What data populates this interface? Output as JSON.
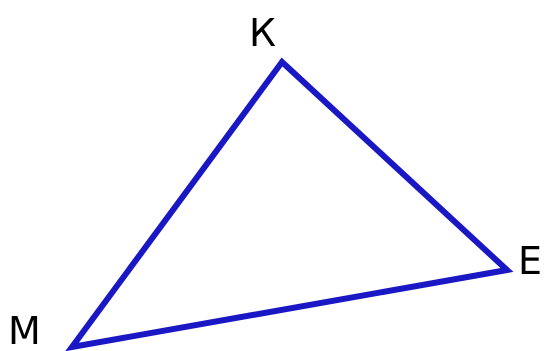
{
  "triangle": {
    "stroke_color": "#1a17c4",
    "vertices": {
      "top": "К",
      "right": "E",
      "bottom_left": "M"
    }
  }
}
